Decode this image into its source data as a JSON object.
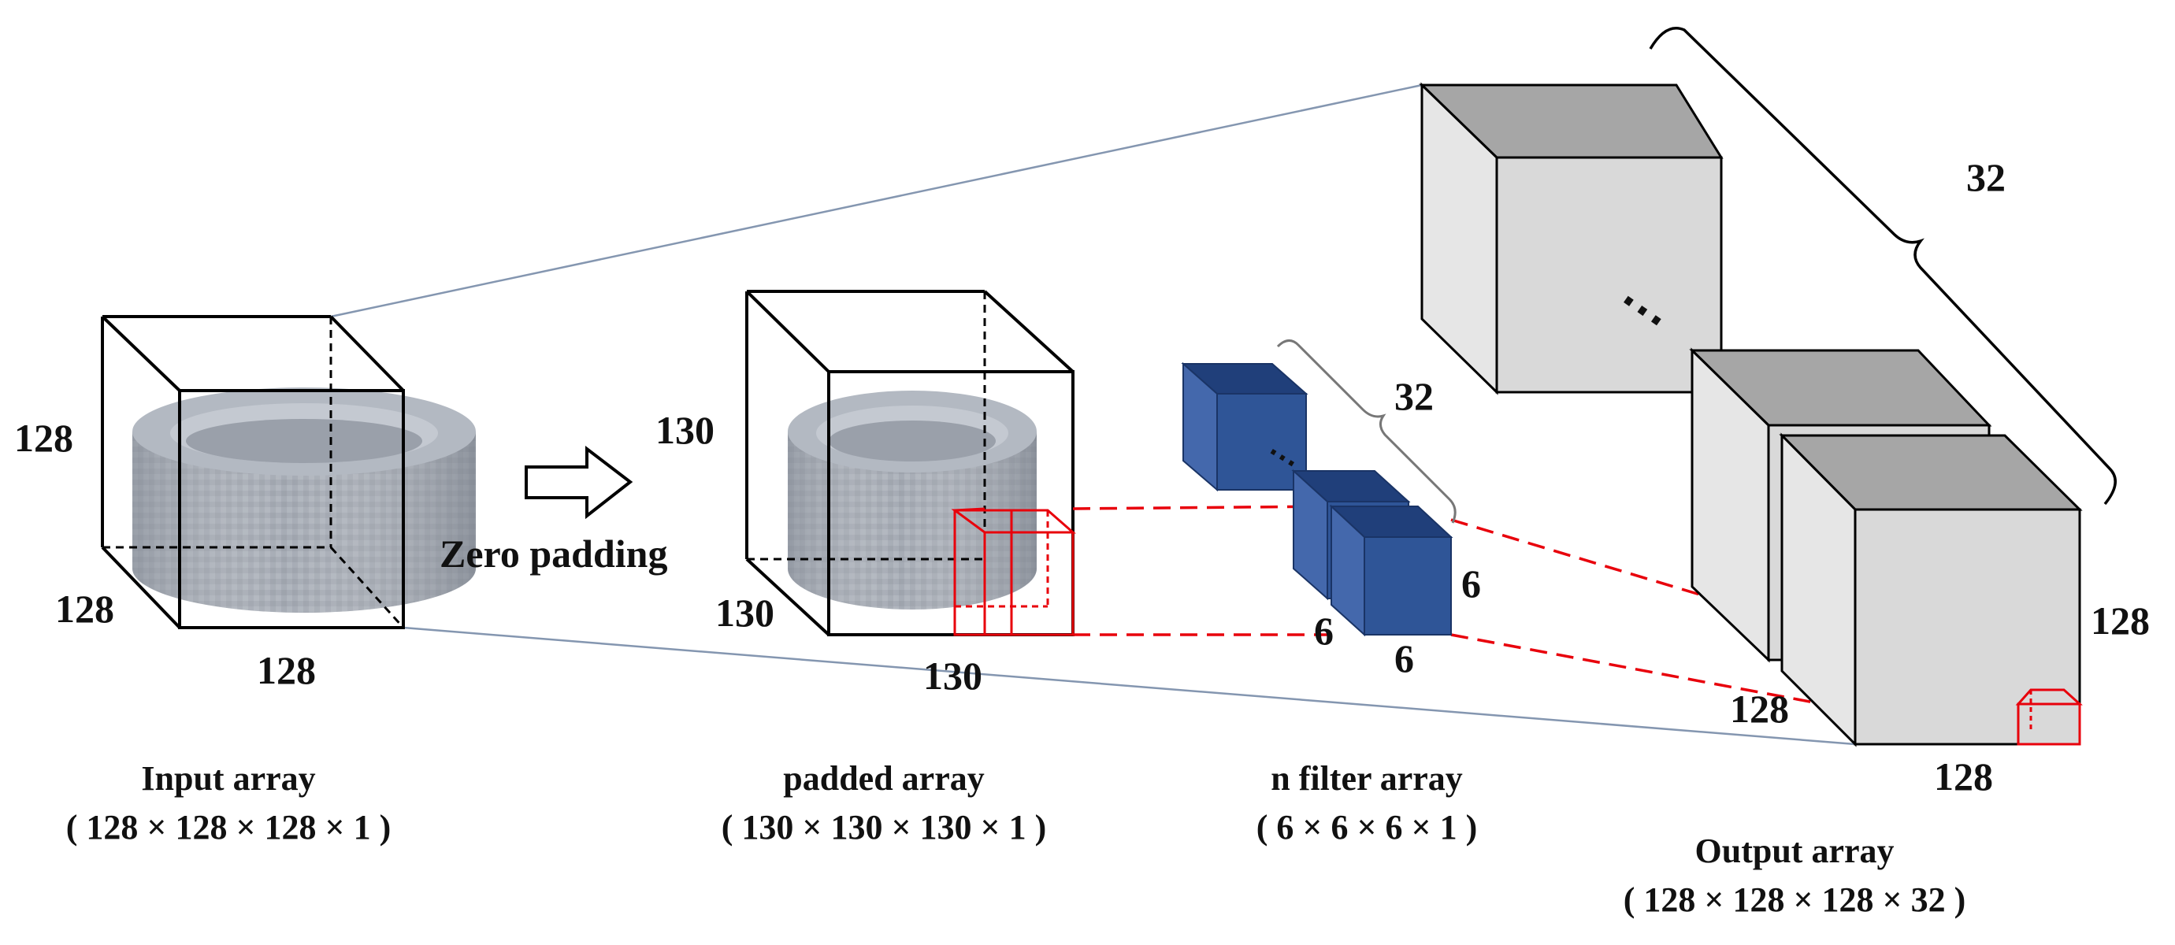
{
  "colors": {
    "outline": "#000000",
    "guide": "#8496B0",
    "highlight": "#E8000B",
    "filter_front": "#2F5597",
    "filter_top": "#203F7A",
    "filter_side": "#4468AC",
    "cube_front": "#D9D9D9",
    "cube_top": "#A6A6A6",
    "cube_side": "#E6E6E6",
    "ring_body": "#9EA4AE",
    "ring_inner": "#C4C9D1"
  },
  "input": {
    "dim_height": "128",
    "dim_depth": "128",
    "dim_width": "128",
    "caption_title": "Input array",
    "caption_shape": "( 128 × 128 × 128 × 1 )"
  },
  "padding": {
    "arrow_icon": "hollow-right-arrow-icon",
    "label": "Zero padding"
  },
  "padded": {
    "dim_height": "130",
    "dim_depth": "130",
    "dim_width": "130",
    "caption_title": "padded array",
    "caption_shape": "( 130 × 130 × 130 × 1 )"
  },
  "filters": {
    "count_label": "32",
    "ellipsis": "⋯",
    "dim_depth": "6",
    "dim_width": "6",
    "dim_height": "6",
    "caption_title": "n filter array",
    "caption_shape": "( 6 × 6 × 6 × 1 )"
  },
  "output": {
    "count_label": "32",
    "ellipsis": "⋯",
    "dim_height": "128",
    "dim_depth": "128",
    "dim_width": "128",
    "caption_title": "Output array",
    "caption_shape": "( 128 × 128 × 128 × 32 )"
  }
}
